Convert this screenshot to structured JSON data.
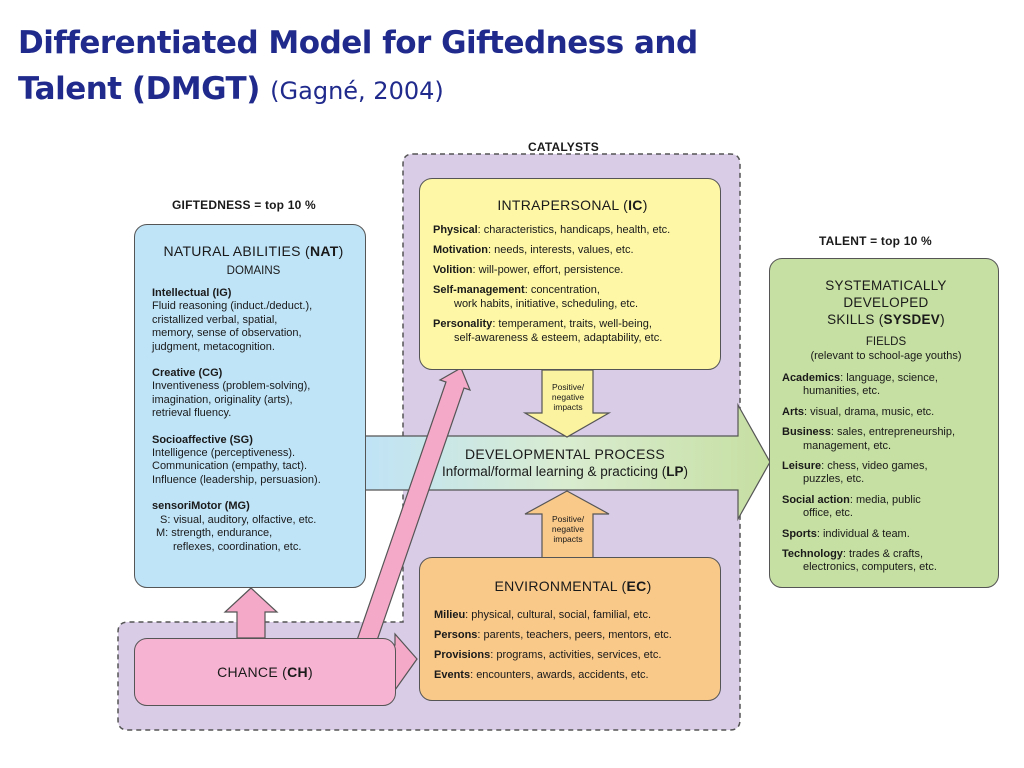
{
  "title": {
    "main": "Differentiated Model for Giftedness and",
    "main2": "Talent (DMGT)",
    "citation": "(Gagné, 2004)"
  },
  "catalysts_label": "CATALYSTS",
  "giftedness_label": "GIFTEDNESS = top 10 %",
  "talent_label": "TALENT = top 10 %",
  "nat": {
    "title_pre": "NATURAL ABILITIES (",
    "title_abbr": "NAT",
    "title_post": ")",
    "subtitle": "DOMAINS",
    "intellectual": {
      "title": "Intellectual (IG)",
      "lines": [
        "Fluid reasoning (induct./deduct.),",
        "cristallized verbal, spatial,",
        "memory, sense of observation,",
        "judgment, metacognition."
      ]
    },
    "creative": {
      "title": "Creative (CG)",
      "lines": [
        "Inventiveness (problem-solving),",
        "imagination, originality (arts),",
        "retrieval fluency."
      ]
    },
    "socioaffective": {
      "title": "Socioaffective (SG)",
      "lines": [
        "Intelligence (perceptiveness).",
        "Communication (empathy, tact).",
        "Influence (leadership, persuasion)."
      ]
    },
    "sensorimotor": {
      "title": "sensoriMotor (MG)",
      "lines": [
        "S: visual, auditory, olfactive, etc.",
        "M: strength, endurance,",
        "reflexes, coordination, etc."
      ]
    }
  },
  "ic": {
    "title_pre": "INTRAPERSONAL (",
    "title_abbr": "IC",
    "title_post": ")",
    "items": [
      {
        "key": "Physical",
        "text": ": characteristics, handicaps, health, etc.",
        "cont": ""
      },
      {
        "key": "Motivation",
        "text": ": needs, interests, values, etc.",
        "cont": ""
      },
      {
        "key": "Volition",
        "text": ": will-power, effort, persistence.",
        "cont": ""
      },
      {
        "key": "Self-management",
        "text": ": concentration,",
        "cont": "work habits, initiative, scheduling, etc."
      },
      {
        "key": "Personality",
        "text": ": temperament, traits, well-being,",
        "cont": "self-awareness & esteem, adaptability, etc."
      }
    ]
  },
  "impacts": [
    "Positive/",
    "negative",
    "impacts"
  ],
  "dev": {
    "title": "DEVELOPMENTAL PROCESS",
    "subtitle_pre": "Informal/formal learning & practicing (",
    "subtitle_abbr": "LP",
    "subtitle_post": ")"
  },
  "ec": {
    "title_pre": "ENVIRONMENTAL (",
    "title_abbr": "EC",
    "title_post": ")",
    "items": [
      {
        "key": "Milieu",
        "text": ": physical, cultural, social, familial, etc."
      },
      {
        "key": "Persons",
        "text": ": parents, teachers, peers, mentors, etc."
      },
      {
        "key": "Provisions",
        "text": ": programs, activities, services, etc."
      },
      {
        "key": "Events",
        "text": ": encounters, awards, accidents, etc."
      }
    ]
  },
  "chance": {
    "pre": "CHANCE (",
    "abbr": "CH",
    "post": ")"
  },
  "sysdev": {
    "title1": "SYSTEMATICALLY DEVELOPED",
    "title2_pre": "SKILLS (",
    "title2_abbr": "SYSDEV",
    "title2_post": ")",
    "subtitle": "FIELDS",
    "subtitle2": "(relevant to school-age youths)",
    "items": [
      {
        "key": "Academics",
        "text": ": language, science,",
        "cont": "humanities, etc."
      },
      {
        "key": "Arts",
        "text": ": visual, drama, music, etc.",
        "cont": ""
      },
      {
        "key": "Business",
        "text": ": sales, entrepreneurship,",
        "cont": "management, etc."
      },
      {
        "key": "Leisure",
        "text": ": chess, video games,",
        "cont": "puzzles, etc."
      },
      {
        "key": "Social action",
        "text": ": media, public",
        "cont": "office, etc."
      },
      {
        "key": "Sports",
        "text": ": individual & team.",
        "cont": ""
      },
      {
        "key": "Technology",
        "text": ": trades & crafts,",
        "cont": "electronics, computers, etc."
      }
    ]
  },
  "colors": {
    "title": "#1f2a8c",
    "catalysts_bg": "#d9cce6",
    "nat_bg": "#bfe3f7",
    "ic_bg": "#fdf7a6",
    "ec_bg": "#f9c98a",
    "chance_bg": "#f6b4d2",
    "sysdev_bg": "#c6dfa2",
    "arrow_yellow": "#fbf3a0",
    "arrow_pink": "#f5a9c9",
    "arrow_green": "#c6dfa2"
  }
}
